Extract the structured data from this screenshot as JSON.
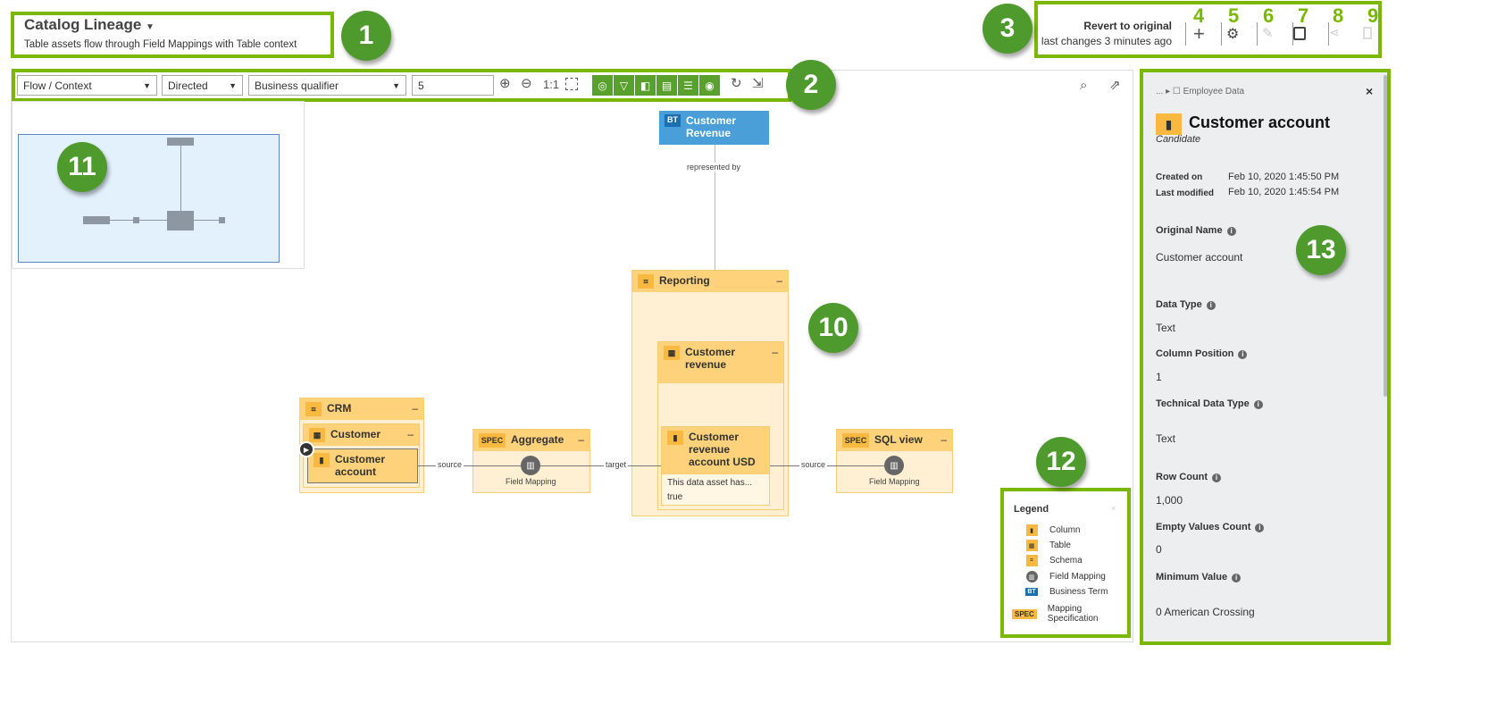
{
  "header": {
    "title": "Catalog Lineage",
    "subtitle": "Table assets flow through Field Mappings with Table context",
    "revert_label": "Revert to original",
    "last_changes": "last changes 3 minutes ago"
  },
  "toolbar": {
    "view_select": "Flow / Context",
    "direction_select": "Directed",
    "qualifier_select": "Business qualifier",
    "depth_value": "5",
    "zoom_reset": "1:1"
  },
  "annotations": [
    "1",
    "2",
    "3",
    "4",
    "5",
    "6",
    "7",
    "8",
    "9",
    "10",
    "11",
    "12",
    "13"
  ],
  "diagram": {
    "business_term": {
      "badge": "BT",
      "label": "Customer Revenue"
    },
    "represented_by": "represented by",
    "reporting": {
      "label": "Reporting"
    },
    "customer_revenue": {
      "label": "Customer revenue"
    },
    "revenue_account": {
      "label": "Customer revenue account USD",
      "description": "This data asset has...",
      "value": "true"
    },
    "crm": {
      "label": "CRM"
    },
    "customer": {
      "label": "Customer"
    },
    "customer_account": {
      "label": "Customer account"
    },
    "aggregate": {
      "badge": "SPEC",
      "label": "Aggregate",
      "mapping": "Field Mapping"
    },
    "sql_view": {
      "badge": "SPEC",
      "label": "SQL view",
      "mapping": "Field Mapping"
    },
    "edges": {
      "source1": "source",
      "target": "target",
      "source2": "source"
    }
  },
  "legend": {
    "title": "Legend",
    "items": [
      {
        "label": "Column",
        "icon": "column-icon"
      },
      {
        "label": "Table",
        "icon": "table-icon"
      },
      {
        "label": "Schema",
        "icon": "schema-icon"
      },
      {
        "label": "Field Mapping",
        "icon": "field-mapping-icon"
      },
      {
        "label": "Business Term",
        "icon": "BT"
      },
      {
        "label": "Mapping Specification",
        "icon": "SPEC"
      }
    ]
  },
  "panel": {
    "breadcrumb_more": "...",
    "breadcrumb": "Employee Data",
    "title": "Customer account",
    "status": "Candidate",
    "created_label": "Created on",
    "created_value": "Feb 10, 2020 1:45:50 PM",
    "modified_label": "Last modified",
    "modified_value": "Feb 10, 2020 1:45:54 PM",
    "fields": [
      {
        "label": "Original Name",
        "value": "Customer account"
      },
      {
        "label": "Data Type",
        "value": "Text"
      },
      {
        "label": "Column Position",
        "value": "1"
      },
      {
        "label": "Technical Data Type",
        "value": "Text"
      },
      {
        "label": "Row Count",
        "value": "1,000"
      },
      {
        "label": "Empty Values Count",
        "value": "0"
      },
      {
        "label": "Minimum Value",
        "value": "0 American Crossing"
      }
    ]
  },
  "colors": {
    "highlight": "#7ab800",
    "badge": "#4f9a2c",
    "node_header": "#fdd27a",
    "node_body": "#fff0d4",
    "business_term": "#4a9fd8",
    "panel_bg": "#eceef0"
  }
}
